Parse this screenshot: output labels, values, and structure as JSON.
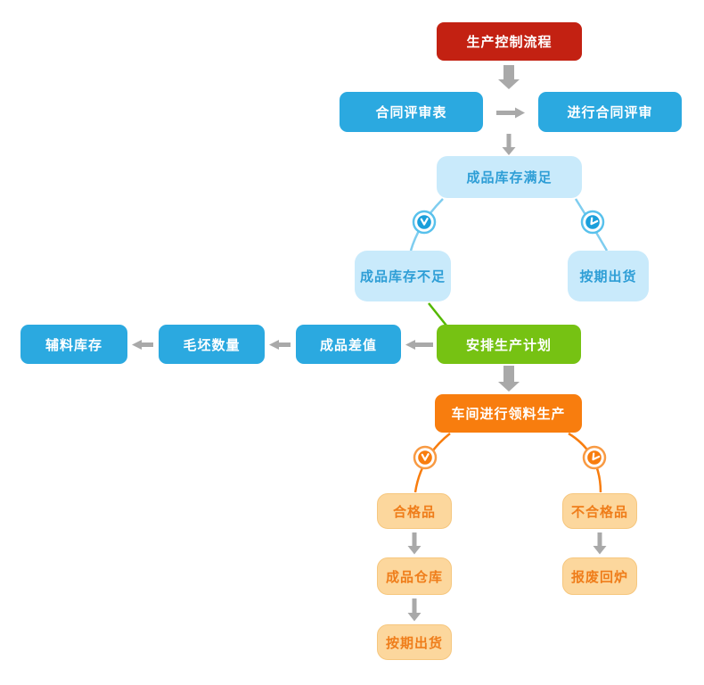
{
  "diagram": {
    "type": "flowchart",
    "language": "zh-CN",
    "background": "#ffffff",
    "nodes": {
      "title": {
        "label": "生产控制流程",
        "fill": "#c32112",
        "text_color": "#ffffff"
      },
      "contract_form": {
        "label": "合同评审表",
        "fill": "#2ba9e0",
        "text_color": "#ffffff"
      },
      "contract_review": {
        "label": "进行合同评审",
        "fill": "#2ba9e0",
        "text_color": "#ffffff"
      },
      "stock_ok": {
        "label": "成品库存满足",
        "fill": "#c9eafb",
        "text_color": "#2e9ed6"
      },
      "stock_short": {
        "label": "成品库存不足",
        "fill": "#c9eafb",
        "text_color": "#2e9ed6"
      },
      "ship_on_time_1": {
        "label": "按期出货",
        "fill": "#c9eafb",
        "text_color": "#2e9ed6"
      },
      "plan": {
        "label": "安排生产计划",
        "fill": "#76c213",
        "text_color": "#ffffff"
      },
      "product_diff": {
        "label": "成品差值",
        "fill": "#2ba9e0",
        "text_color": "#ffffff"
      },
      "blank_qty": {
        "label": "毛坯数量",
        "fill": "#2ba9e0",
        "text_color": "#ffffff"
      },
      "aux_stock": {
        "label": "辅料库存",
        "fill": "#2ba9e0",
        "text_color": "#ffffff"
      },
      "workshop": {
        "label": "车间进行领料生产",
        "fill": "#f87d0e",
        "text_color": "#ffffff"
      },
      "qualified": {
        "label": "合格品",
        "fill": "#fcd79d",
        "text_color": "#ef7d1a"
      },
      "unqualified": {
        "label": "不合格品",
        "fill": "#fcd79d",
        "text_color": "#ef7d1a"
      },
      "warehouse": {
        "label": "成品仓库",
        "fill": "#fcd79d",
        "text_color": "#ef7d1a"
      },
      "ship_on_time_2": {
        "label": "按期出货",
        "fill": "#fcd79d",
        "text_color": "#ef7d1a"
      },
      "scrap": {
        "label": "报废回炉",
        "fill": "#fcd79d",
        "text_color": "#ef7d1a"
      }
    },
    "edges": [
      {
        "from": "title",
        "to": "contract_row",
        "style": "thick-gray-arrow-down"
      },
      {
        "from": "contract_form",
        "to": "contract_review",
        "style": "gray-arrow-right"
      },
      {
        "from": "contract_row",
        "to": "stock_ok",
        "style": "gray-arrow-down"
      },
      {
        "from": "stock_ok",
        "to": "stock_short",
        "style": "blue-curve-with-clock-icon"
      },
      {
        "from": "stock_ok",
        "to": "ship_on_time_1",
        "style": "blue-curve-with-clock-icon"
      },
      {
        "from": "stock_short",
        "to": "plan",
        "style": "green-line"
      },
      {
        "from": "plan",
        "to": "product_diff",
        "style": "gray-arrow-left"
      },
      {
        "from": "product_diff",
        "to": "blank_qty",
        "style": "gray-arrow-left"
      },
      {
        "from": "blank_qty",
        "to": "aux_stock",
        "style": "gray-arrow-left"
      },
      {
        "from": "plan",
        "to": "workshop",
        "style": "thick-gray-arrow-down"
      },
      {
        "from": "workshop",
        "to": "qualified",
        "style": "orange-curve-with-clock-icon"
      },
      {
        "from": "workshop",
        "to": "unqualified",
        "style": "orange-curve-with-clock-icon"
      },
      {
        "from": "qualified",
        "to": "warehouse",
        "style": "gray-arrow-down"
      },
      {
        "from": "warehouse",
        "to": "ship_on_time_2",
        "style": "gray-arrow-down"
      },
      {
        "from": "unqualified",
        "to": "scrap",
        "style": "gray-arrow-down"
      }
    ],
    "icons": {
      "clock_blue": {
        "name": "clock-icon",
        "ring": "#58c1ec",
        "fill": "#1b9fdb",
        "hands": "#ffffff"
      },
      "clock_orange": {
        "name": "clock-icon",
        "ring": "#f89a43",
        "fill": "#f87d0e",
        "hands": "#ffffff"
      }
    },
    "colors": {
      "arrow_gray": "#a9a9a9",
      "curve_blue": "#7fcdef",
      "curve_orange": "#f87d0e",
      "line_green": "#54b800"
    }
  }
}
